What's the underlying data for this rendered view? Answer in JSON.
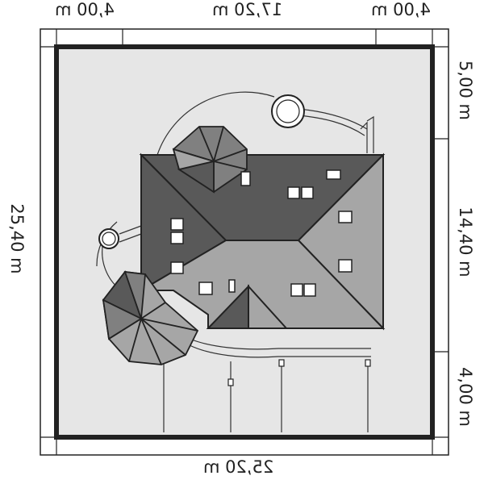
{
  "dimensions": {
    "top_left": "4,00 m",
    "top_middle": "17,20 m",
    "top_right": "4,00 m",
    "bottom": "25,20 m",
    "left": "25,40 m",
    "right_top": "5,00 m",
    "right_middle": "14,40 m",
    "right_bottom": "4,00 m"
  },
  "colors": {
    "background": "#ffffff",
    "plot": "#e6e6e6",
    "roof_dark": "#595959",
    "roof_light": "#a6a6a6",
    "roof_mid": "#808080",
    "line": "#222222"
  }
}
